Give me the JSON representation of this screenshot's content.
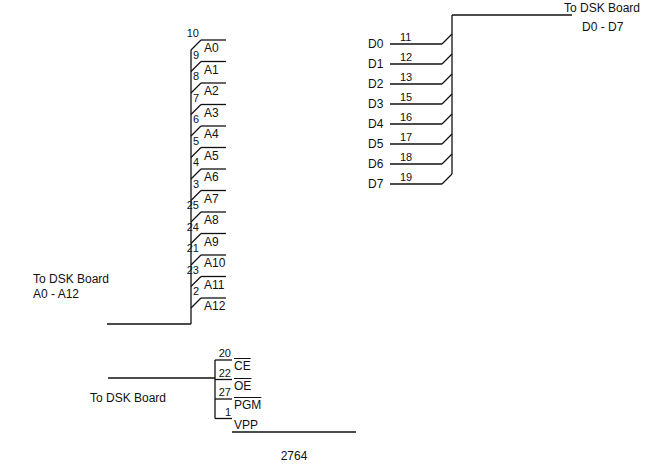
{
  "diagram": {
    "labels": [
      "To DSK Board",
      "D0 - D7",
      "10",
      "A0",
      "9",
      "A1",
      "8",
      "A2",
      "7",
      "A3",
      "6",
      "A4",
      "5",
      "A5",
      "4",
      "A6",
      "3",
      "A7",
      "25",
      "A8",
      "24",
      "A9",
      "21",
      "A10",
      "23",
      "A11",
      "2",
      "A12",
      "D0",
      "11",
      "D1",
      "12",
      "D2",
      "13",
      "D3",
      "15",
      "D4",
      "16",
      "D5",
      "17",
      "D6",
      "18",
      "D7",
      "19",
      "To DSK Board",
      "A0 - A12",
      "20",
      "CE",
      "22",
      "OE",
      "27",
      "PGM",
      "1",
      "VPP",
      "To DSK Board",
      "2764"
    ]
  }
}
